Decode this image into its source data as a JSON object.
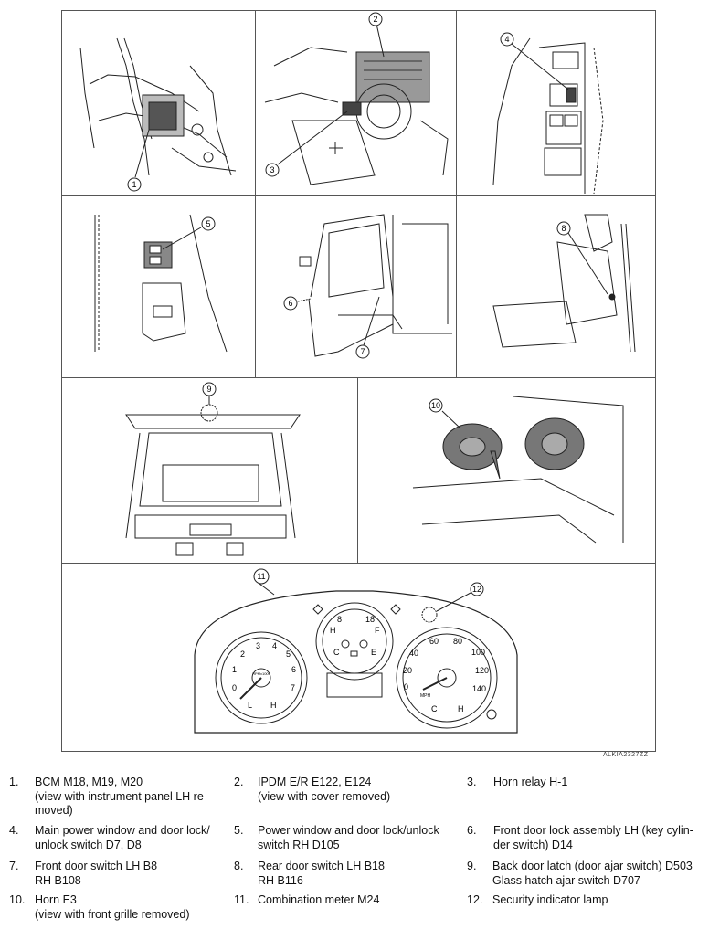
{
  "figure_ref": "ALKIA2327ZZ",
  "callouts": [
    "1",
    "2",
    "3",
    "4",
    "5",
    "6",
    "7",
    "8",
    "9",
    "10",
    "11",
    "12"
  ],
  "gauges": {
    "tach": {
      "ticks": [
        "1",
        "2",
        "3",
        "4",
        "5",
        "6",
        "7",
        "0"
      ],
      "unit": "RPMx1000",
      "low": "L",
      "high": "H"
    },
    "center": {
      "left": "H",
      "right": "F",
      "low_left": "C",
      "low_right": "E",
      "top_left": "8",
      "top_right": "18"
    },
    "speedo": {
      "ticks": [
        "20",
        "40",
        "60",
        "80",
        "100",
        "120",
        "140",
        "0"
      ],
      "unit": "MPH",
      "low": "C",
      "high": "H"
    }
  },
  "legend": [
    {
      "num": "1.",
      "lines": [
        "BCM M18, M19, M20",
        "(view with instrument panel LH re-",
        "moved)"
      ]
    },
    {
      "num": "2.",
      "lines": [
        "IPDM E/R E122, E124",
        "(view with cover removed)"
      ]
    },
    {
      "num": "3.",
      "lines": [
        "Horn relay H-1"
      ]
    },
    {
      "num": "4.",
      "lines": [
        "Main power window and door lock/",
        "unlock switch D7, D8"
      ]
    },
    {
      "num": "5.",
      "lines": [
        "Power window and door lock/unlock",
        "switch RH D105"
      ]
    },
    {
      "num": "6.",
      "lines": [
        "Front door lock assembly LH (key cylin-",
        "der switch) D14"
      ]
    },
    {
      "num": "7.",
      "lines": [
        "Front door switch LH B8",
        "RH B108"
      ]
    },
    {
      "num": "8.",
      "lines": [
        "Rear door switch LH B18",
        "RH B116"
      ]
    },
    {
      "num": "9.",
      "lines": [
        "Back door latch (door ajar switch) D503",
        "Glass hatch ajar switch D707"
      ]
    },
    {
      "num": "10.",
      "lines": [
        "Horn E3",
        "(view with front grille removed)"
      ]
    },
    {
      "num": "11.",
      "lines": [
        "Combination meter M24"
      ]
    },
    {
      "num": "12.",
      "lines": [
        "Security indicator lamp"
      ]
    }
  ]
}
